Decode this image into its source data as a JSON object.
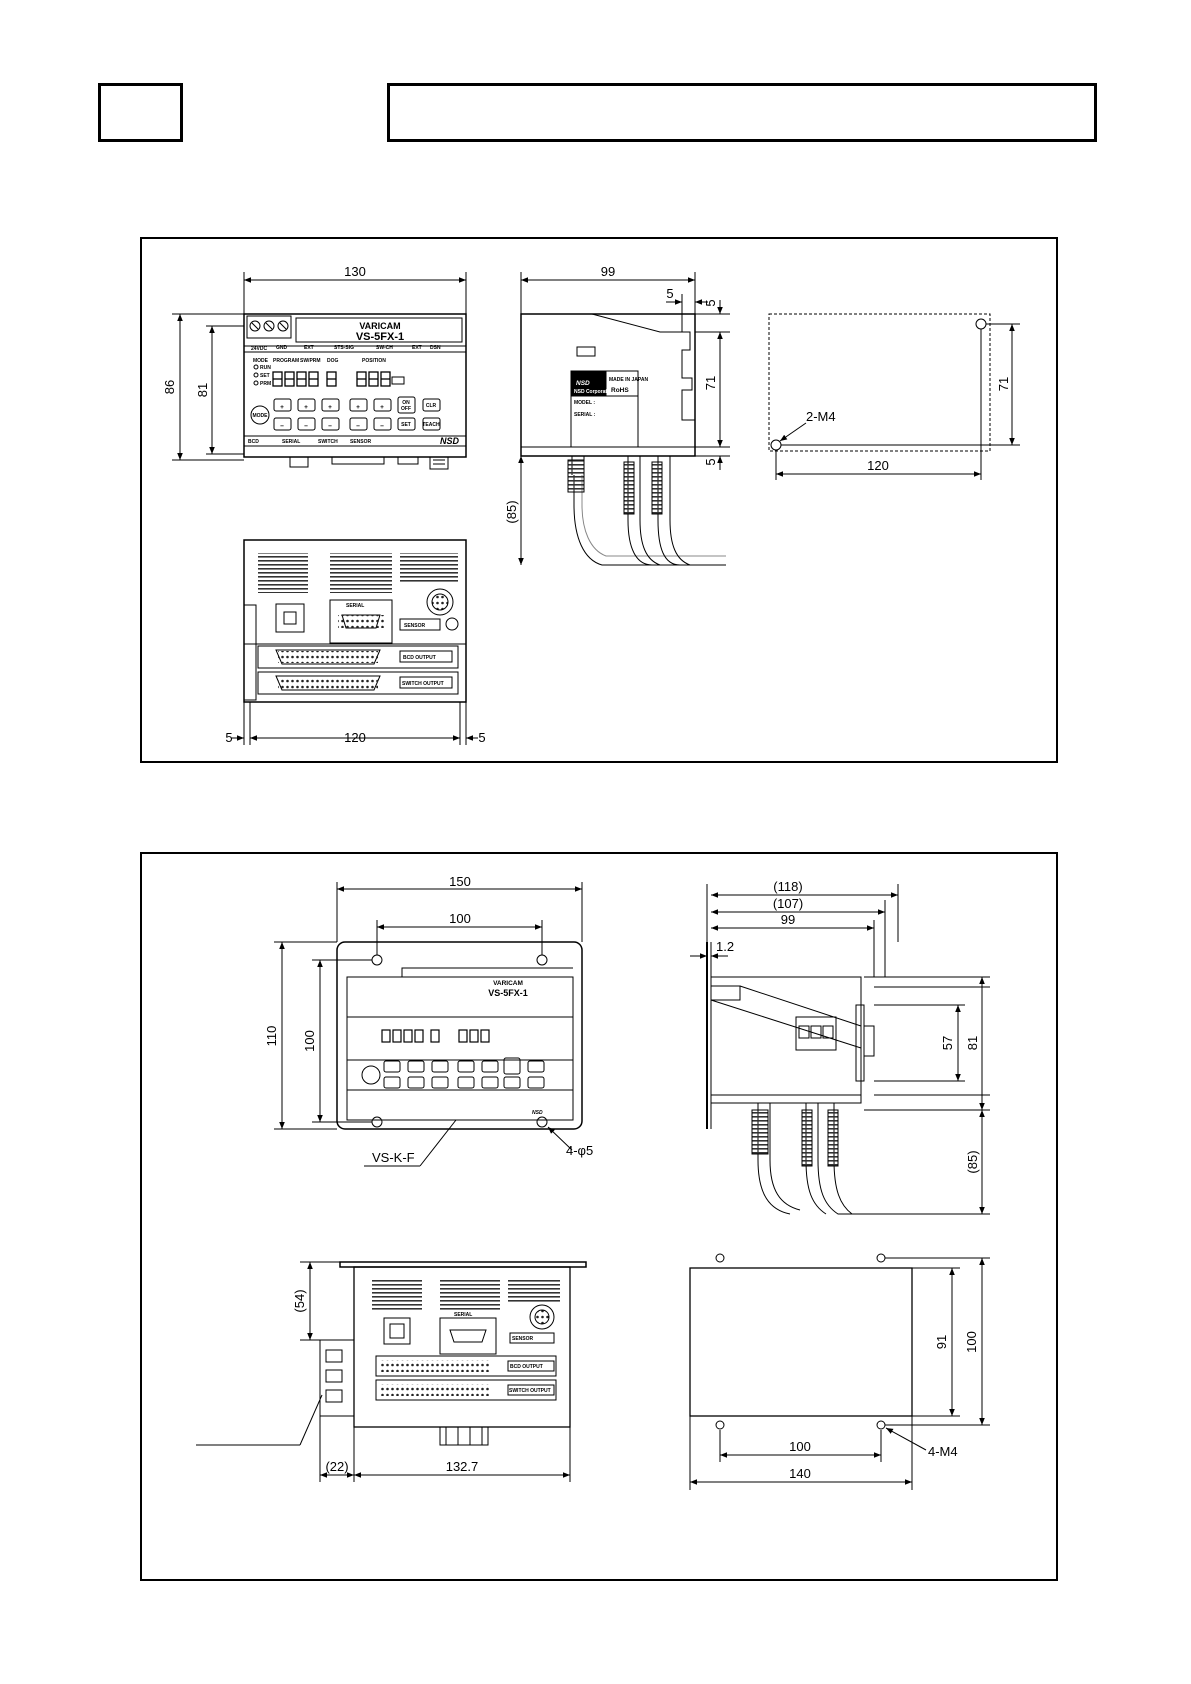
{
  "top_view": {
    "device": {
      "brand": "VARICAM",
      "model": "VS-5FX-1",
      "power_label": "24VDC",
      "gnd_label": "GND",
      "ext_label": "EXT",
      "sts_label": "STS-SIG",
      "sw_label": "SW-CH",
      "ext2_label": "EXT",
      "dsn_label": "DSN",
      "mode_label": "MODE",
      "program_label": "PROGRAM",
      "swprm_label": "SW/PRM",
      "dog_label": "DOG",
      "position_label": "POSITION",
      "leds": [
        "RUN",
        "SET",
        "PRM"
      ],
      "mode_button": "MODE",
      "plus": "+",
      "minus": "−",
      "onoff_button_1": "ON",
      "onoff_button_2": "OFF",
      "clr_button": "CLR",
      "set_button": "SET",
      "teach_button": "TEACH",
      "bottom_labels": [
        "BCD",
        "SERIAL",
        "SWITCH",
        "SENSOR"
      ],
      "logo": "NSD"
    },
    "dims": {
      "width": "130",
      "height_outer": "86",
      "height_inner": "81"
    }
  },
  "side_view": {
    "dims": {
      "depth": "99",
      "offset_top": "5",
      "offset_top2": "5",
      "height": "71",
      "offset_bottom": "5",
      "cable": "(85)"
    },
    "label": {
      "logo": "NSD",
      "company": "NSD Corporation",
      "made_in": "MADE IN JAPAN",
      "rohs": "RoHS",
      "model": "MODEL :",
      "serial": "SERIAL :"
    }
  },
  "mount_view": {
    "dims": {
      "height": "71",
      "width": "120"
    },
    "holes": "2-M4"
  },
  "rear_view": {
    "labels": {
      "serial": "SERIAL",
      "sensor": "SENSOR",
      "bcd": "BCD OUTPUT",
      "switch": "SWITCH OUTPUT"
    },
    "dims": {
      "left": "5",
      "width": "120",
      "right": "5"
    }
  },
  "panel_front": {
    "dims": {
      "width_outer": "150",
      "hole_pitch": "100",
      "height_outer": "110",
      "height_inner": "100"
    },
    "labels": {
      "bracket": "VS-K-F",
      "holes": "4-φ5"
    }
  },
  "panel_side": {
    "dims": {
      "d118": "(118)",
      "d107": "(107)",
      "d99": "99",
      "thick": "1.2",
      "h57": "57",
      "h81": "81",
      "cable": "(85)"
    }
  },
  "panel_rear": {
    "labels": {
      "serial": "SERIAL",
      "sensor": "SENSOR",
      "bcd": "BCD OUTPUT",
      "switch": "SWITCH OUTPUT"
    },
    "dims": {
      "h54": "(54)",
      "w22": "(22)",
      "w132": "132.7"
    }
  },
  "panel_cutout": {
    "dims": {
      "h91": "91",
      "h100": "100",
      "pitch": "100",
      "width": "140"
    },
    "holes": "4-M4"
  }
}
